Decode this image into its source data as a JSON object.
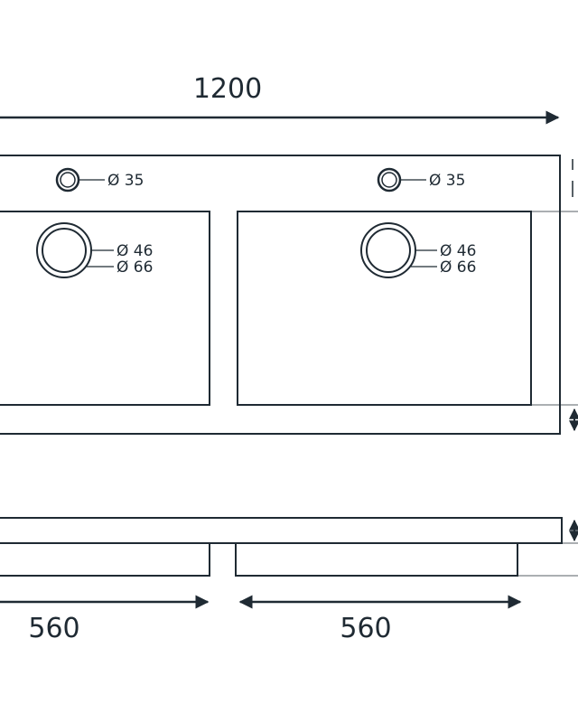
{
  "dimensions": {
    "overall_width": "1200",
    "basin_width_left": "560",
    "basin_width_right": "560"
  },
  "holes": {
    "tap_hole_left": "Ø 35",
    "tap_hole_right": "Ø 35",
    "drain_inner_left": "Ø 46",
    "drain_outer_left": "Ø 66",
    "drain_inner_right": "Ø 46",
    "drain_outer_right": "Ø 66"
  },
  "colors": {
    "line": "#1f2a33",
    "background": "#ffffff"
  }
}
